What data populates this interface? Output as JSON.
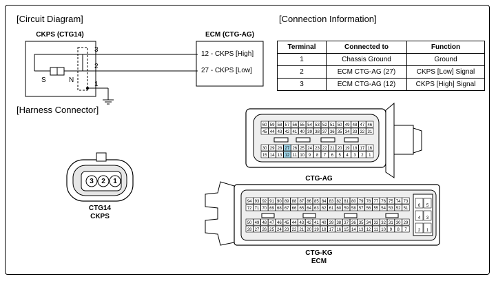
{
  "sections": {
    "circuit_diagram": "[Circuit Diagram]",
    "connection_information": "[Connection Information]",
    "harness_connector": "[Harness Connector]"
  },
  "circuit": {
    "ckps_title": "CKPS (CTG14)",
    "ecm_title": "ECM (CTG-AG)",
    "sensor_s": "S",
    "sensor_n": "N",
    "wire_3": "3",
    "wire_2": "2",
    "wire_1": "1",
    "ecm_pin_12": "12 - CKPS [High]",
    "ecm_pin_27": "27 - CKPS [Low]"
  },
  "connection_table": {
    "headers": [
      "Terminal",
      "Connected to",
      "Function"
    ],
    "rows": [
      [
        "1",
        "Chassis Ground",
        "Ground"
      ],
      [
        "2",
        "ECM CTG-AG (27)",
        "CKPS [Low] Signal"
      ],
      [
        "3",
        "ECM CTG-AG (12)",
        "CKPS [High] Signal"
      ]
    ]
  },
  "connectors": {
    "ctg14": {
      "label_1": "CTG14",
      "label_2": "CKPS",
      "pins": [
        "3",
        "2",
        "1"
      ]
    },
    "ctg_ag": {
      "label": "CTG-AG",
      "row1": [
        "60",
        "59",
        "58",
        "57",
        "56",
        "55",
        "54",
        "53",
        "52",
        "51",
        "50",
        "49",
        "48",
        "47",
        "46"
      ],
      "row2": [
        "45",
        "44",
        "43",
        "42",
        "41",
        "40",
        "39",
        "38",
        "37",
        "36",
        "35",
        "34",
        "33",
        "32",
        "31"
      ],
      "row3": [
        "30",
        "29",
        "28",
        "27",
        "26",
        "25",
        "24",
        "23",
        "22",
        "21",
        "20",
        "19",
        "18",
        "17",
        "16"
      ],
      "row4": [
        "15",
        "14",
        "13",
        "12",
        "11",
        "10",
        "9",
        "8",
        "7",
        "6",
        "5",
        "4",
        "3",
        "2",
        "1"
      ],
      "highlight_color": "#9fd3e6"
    },
    "ctg_kg": {
      "label_1": "CTG-KG",
      "label_2": "ECM",
      "row1": [
        "94",
        "93",
        "92",
        "91",
        "90",
        "89",
        "88",
        "87",
        "86",
        "85",
        "84",
        "83",
        "82",
        "81",
        "80",
        "79",
        "78",
        "77",
        "76",
        "75",
        "74",
        "73"
      ],
      "row2": [
        "72",
        "71",
        "70",
        "69",
        "68",
        "67",
        "66",
        "65",
        "64",
        "63",
        "62",
        "61",
        "60",
        "59",
        "58",
        "57",
        "56",
        "55",
        "54",
        "53",
        "52",
        "51"
      ],
      "row3": [
        "50",
        "49",
        "48",
        "47",
        "46",
        "45",
        "44",
        "43",
        "42",
        "41",
        "40",
        "39",
        "38",
        "37",
        "36",
        "35",
        "34",
        "33",
        "32",
        "31",
        "30",
        "29"
      ],
      "row4": [
        "28",
        "27",
        "26",
        "25",
        "24",
        "23",
        "22",
        "21",
        "20",
        "19",
        "18",
        "17",
        "16",
        "15",
        "14",
        "13",
        "12",
        "11",
        "10",
        "9",
        "8",
        "7"
      ],
      "side_pins": [
        [
          "6",
          "5"
        ],
        [
          "4",
          "3"
        ],
        [
          "2",
          "1"
        ]
      ]
    }
  }
}
